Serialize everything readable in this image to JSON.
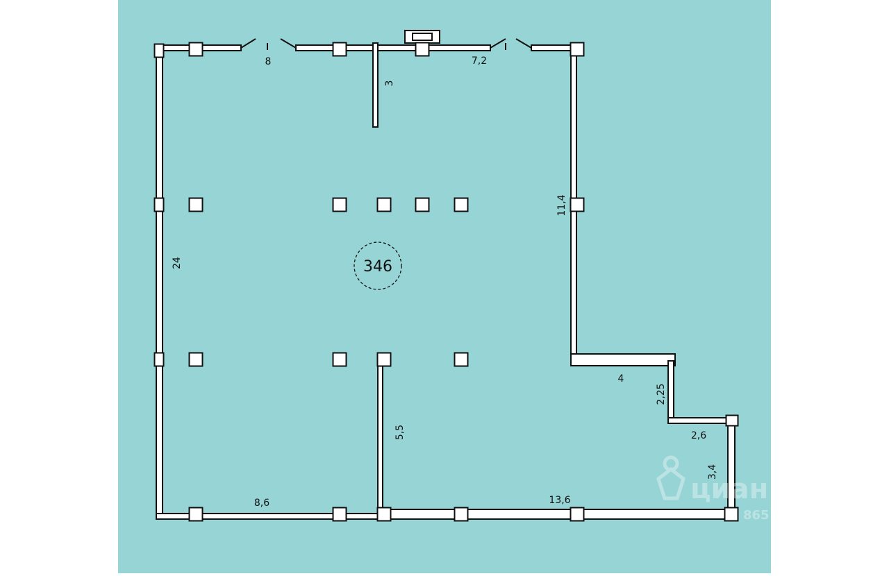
{
  "plan": {
    "background": "#97d4d5",
    "wall_color": "#ffffff",
    "line_color": "#111111",
    "area_label": "346",
    "dimensions": {
      "top_left": "8",
      "top_right": "7,2",
      "partition_top": "3",
      "left": "24",
      "right_upper": "11,4",
      "step_horizontal": "4",
      "step_vertical": "2,25",
      "step_small": "2,6",
      "right_lower": "3,4",
      "bottom_left": "8,6",
      "bottom_right": "13,6",
      "partition_bottom": "5,5"
    },
    "watermark": {
      "brand": "циан",
      "code": "865"
    }
  }
}
